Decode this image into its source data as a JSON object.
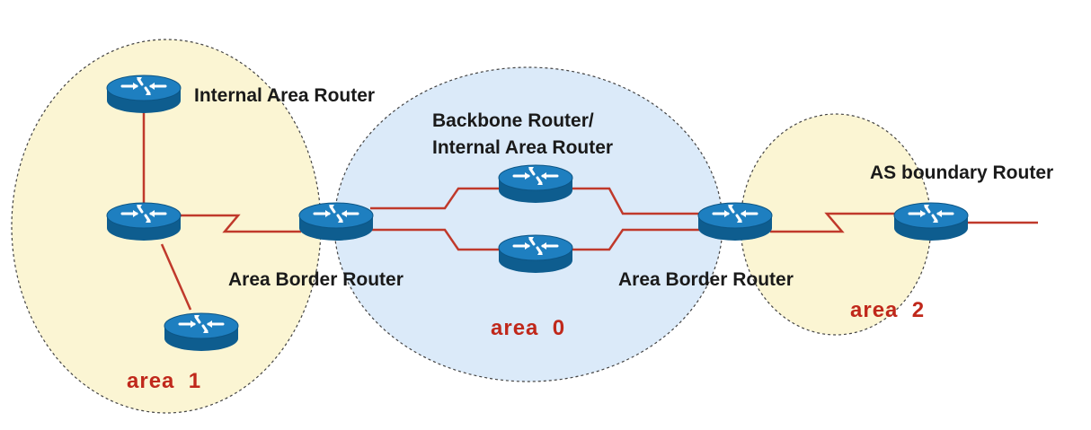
{
  "areas": [
    {
      "id": "area-1",
      "label": "area  1",
      "fill": "#fbf5d3"
    },
    {
      "id": "area-0",
      "label": "area  0",
      "fill": "#dbeaf9"
    },
    {
      "id": "area-2",
      "label": "area  2",
      "fill": "#fbf5d3"
    }
  ],
  "routers": [
    {
      "id": "internal-area-router",
      "label": "Internal Area Router"
    },
    {
      "id": "area1-hub-router",
      "label": ""
    },
    {
      "id": "area1-lower-router",
      "label": ""
    },
    {
      "id": "area-border-router-left",
      "label": "Area Border Router"
    },
    {
      "id": "backbone-router-top",
      "label_lines": [
        "Backbone Router/",
        "Internal Area Router"
      ]
    },
    {
      "id": "backbone-router-bottom",
      "label": ""
    },
    {
      "id": "area-border-router-right",
      "label": "Area Border Router"
    },
    {
      "id": "as-boundary-router",
      "label": "AS boundary Router"
    }
  ],
  "colors": {
    "link": "#c0392b",
    "area_label": "#c0281b",
    "router_body": "#1678b4",
    "router_top": "#5aaee0",
    "ellipse_border": "#444444"
  },
  "icon": "router-icon"
}
